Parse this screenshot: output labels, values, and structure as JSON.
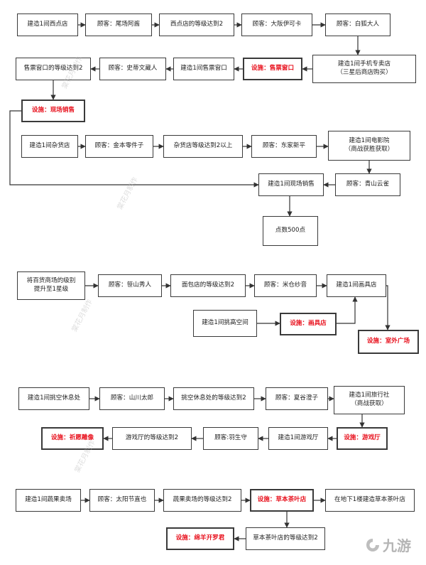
{
  "diagram": {
    "watermark_text": "棠花月制作",
    "logo_text": "九游",
    "section1": {
      "nodes": [
        "建造1间西点店",
        "顾客：尾场阿酱",
        "西点店的等级达到2",
        "顾客：大阪伊可卡",
        "顾客：白狐大人",
        "建造1间手机专卖店\n（三星后商店购买）",
        "设施：售票窗口",
        "建造1间售票窗口",
        "顾客：史蒂文藏人",
        "售票窗口的等级达到2",
        "设施：现场销售",
        "建造1间杂货店",
        "顾客：金本零件子",
        "杂货店等级达到2以上",
        "顾客：东家新平",
        "建造1间电影院\n（商战获胜获取）",
        "顾客：青山云雀",
        "建造1间现场销售",
        "点数500点"
      ]
    },
    "section2": {
      "nodes": [
        "将百货商场的级别\n提升至1星级",
        "顾客：笹山秀人",
        "面包店的等级达到2",
        "顾客：米仓纱音",
        "建造1间画具店",
        "建造1间挑高空间",
        "设施：画具店",
        "设施：室外广场"
      ]
    },
    "section3": {
      "nodes": [
        "建造1间挑空休息处",
        "顾客：山川太郎",
        "挑空休息处的等级达到2",
        "顾客：夏谷澄子",
        "建造1间旅行社\n（商战获取）",
        "设施：游戏厅",
        "建造1间游戏厅",
        "顾客:羽生守",
        "游戏厅的等级达到2",
        "设施：祈愿雕像"
      ]
    },
    "section4": {
      "nodes": [
        "建造1间蔬果卖场",
        "顾客：太阳节直也",
        "蔬果卖场的等级达到2",
        "设施：草本茶叶店",
        "在地下1楼建造草本茶叶店",
        "草本茶叶店的等级达到2",
        "设施：绵羊开罗君"
      ]
    }
  }
}
